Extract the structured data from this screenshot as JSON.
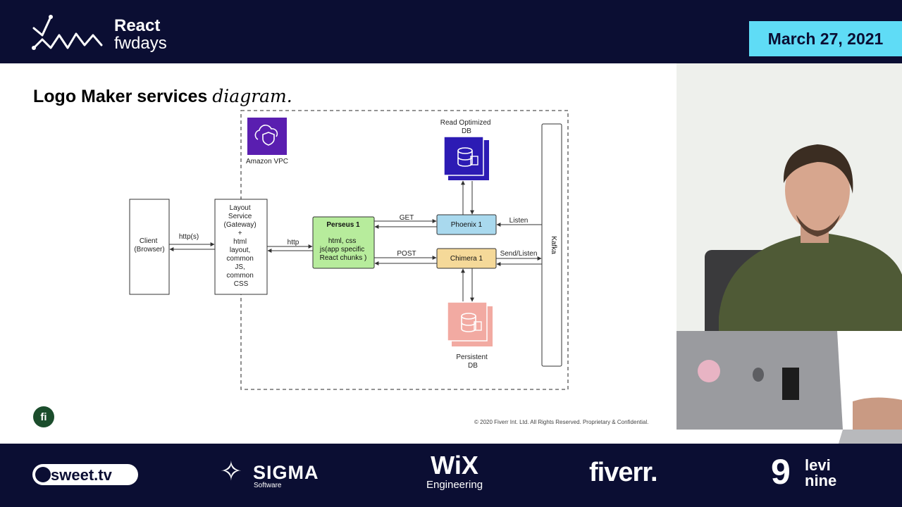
{
  "header": {
    "brand_line1": "React",
    "brand_line2": "fwdays",
    "date": "March 27, 2021"
  },
  "slide": {
    "title_bold": "Logo Maker services",
    "title_italic": "diagram.",
    "copyright": "© 2020 Fiverr Int. Ltd. All Rights Reserved. Proprietary & Confidential.",
    "fi_logo": "fi"
  },
  "diagram": {
    "vpc_label": "Amazon VPC",
    "client": [
      "Client",
      "(Browser)"
    ],
    "layout_service": [
      "Layout",
      "Service",
      "(Gateway)",
      "+",
      "html",
      "layout,",
      "common",
      "JS,",
      "common",
      "CSS"
    ],
    "perseus_title": "Perseus 1",
    "perseus_body": [
      "html, css",
      "js(app specific",
      "React chunks )"
    ],
    "phoenix": "Phoenix 1",
    "chimera": "Chimera 1",
    "kafka": "Kafka",
    "read_db": [
      "Read Optimized",
      "DB"
    ],
    "persist_db": [
      "Persistent",
      "DB"
    ],
    "edges": {
      "client_layout": "http(s)",
      "layout_perseus": "http",
      "perseus_phoenix": "GET",
      "perseus_chimera": "POST",
      "kafka_phoenix": "Listen",
      "kafka_chimera": "Send/Listen"
    },
    "colors": {
      "perseus_fill": "#b7ec9c",
      "phoenix_fill": "#a9d9ee",
      "chimera_fill": "#f5d999",
      "read_db_color": "#2c1bb4",
      "persist_db_color": "#f2aaa2",
      "vpc_color": "#5a1eb0"
    }
  },
  "sponsors": [
    "sweet.tv",
    "SIGMA",
    "Software",
    "WiX",
    "Engineering",
    "fiverr.",
    "levi",
    "nine"
  ]
}
